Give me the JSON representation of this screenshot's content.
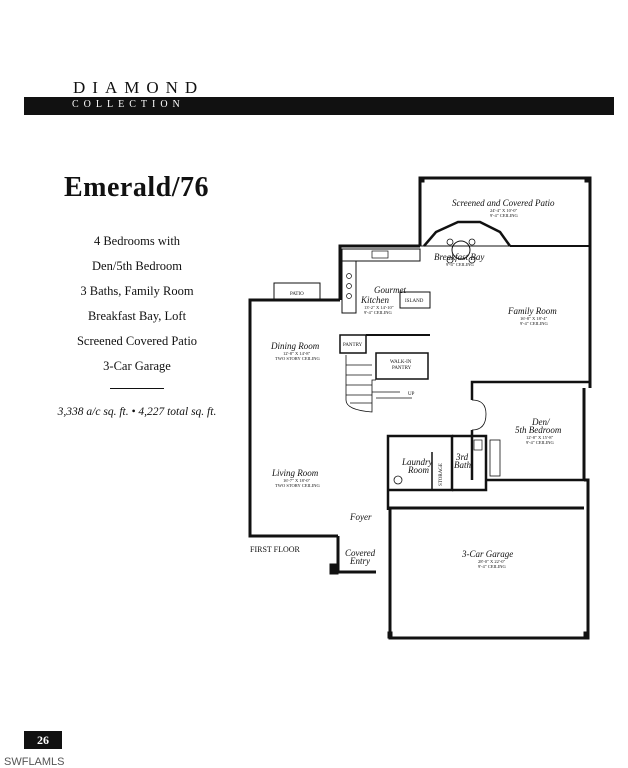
{
  "brand": {
    "name": "DIAMOND",
    "sub": "COLLECTION"
  },
  "title": "Emerald/76",
  "features": [
    "4 Bedrooms with",
    "Den/5th Bedroom",
    "3 Baths, Family Room",
    "Breakfast Bay, Loft",
    "Screened Covered Patio",
    "3-Car Garage"
  ],
  "area": "3,338 a/c sq. ft. • 4,227 total sq. ft.",
  "plan": {
    "patio_screened": {
      "name": "Screened and Covered Patio",
      "dims": "24'-4\" X 10'-0\"",
      "ceiling": "9'-4\" CEILING"
    },
    "breakfast_bay": {
      "name": "Breakfast Bay",
      "ceiling": "9'-4\" CEILING"
    },
    "gourmet_kitchen": {
      "name1": "Gourmet",
      "name2": "Kitchen",
      "dims": "13'-2\" X 14'-10\"",
      "ceiling": "9'-4\" CEILING"
    },
    "island": "ISLAND",
    "patio": "PATIO",
    "family_room": {
      "name": "Family Room",
      "dims": "16'-8\" X 18'-4\"",
      "ceiling": "9'-4\" CEILING"
    },
    "dining_room": {
      "name": "Dining Room",
      "dims": "12'-8\" X 14'-8\"",
      "ceiling": "TWO STORY CEILING"
    },
    "pantry": "PANTRY",
    "walk_in": "WALK-IN",
    "walk_in_pantry": "PANTRY",
    "up": "UP",
    "den": {
      "name1": "Den/",
      "name2": "5th Bedroom",
      "dims": "12'-8\" X 15'-8\"",
      "ceiling": "9'-4\" CEILING"
    },
    "laundry": {
      "name1": "Laundry",
      "name2": "Room"
    },
    "storage": "STORAGE",
    "bath3": {
      "name1": "3rd",
      "name2": "Bath"
    },
    "living_room": {
      "name": "Living Room",
      "dims": "16'-7\" X 18'-0\"",
      "ceiling": "TWO STORY CEILING"
    },
    "foyer": "Foyer",
    "first_floor": "FIRST FLOOR",
    "covered_entry": {
      "name1": "Covered",
      "name2": "Entry"
    },
    "garage": {
      "name": "3-Car Garage",
      "dims": "28'-0\" X 22'-0\"",
      "ceiling": "9'-4\" CEILING"
    }
  },
  "page_number": "26",
  "watermark": "SWFLAMLS"
}
